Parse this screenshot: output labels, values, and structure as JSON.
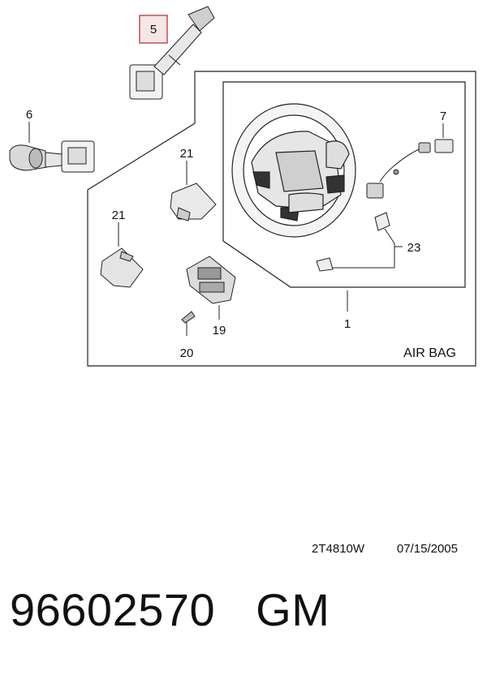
{
  "callouts": {
    "c5": "5",
    "c6": "6",
    "c7": "7",
    "c21a": "21",
    "c21b": "21",
    "c23": "23",
    "c19": "19",
    "c20": "20",
    "c1": "1"
  },
  "frame_caption": "AIR BAG",
  "drawing_ref": "2T4810W",
  "drawing_date": "07/15/2005",
  "part_number": "96602570",
  "brand": "GM",
  "highlight_color": "#c0504d"
}
